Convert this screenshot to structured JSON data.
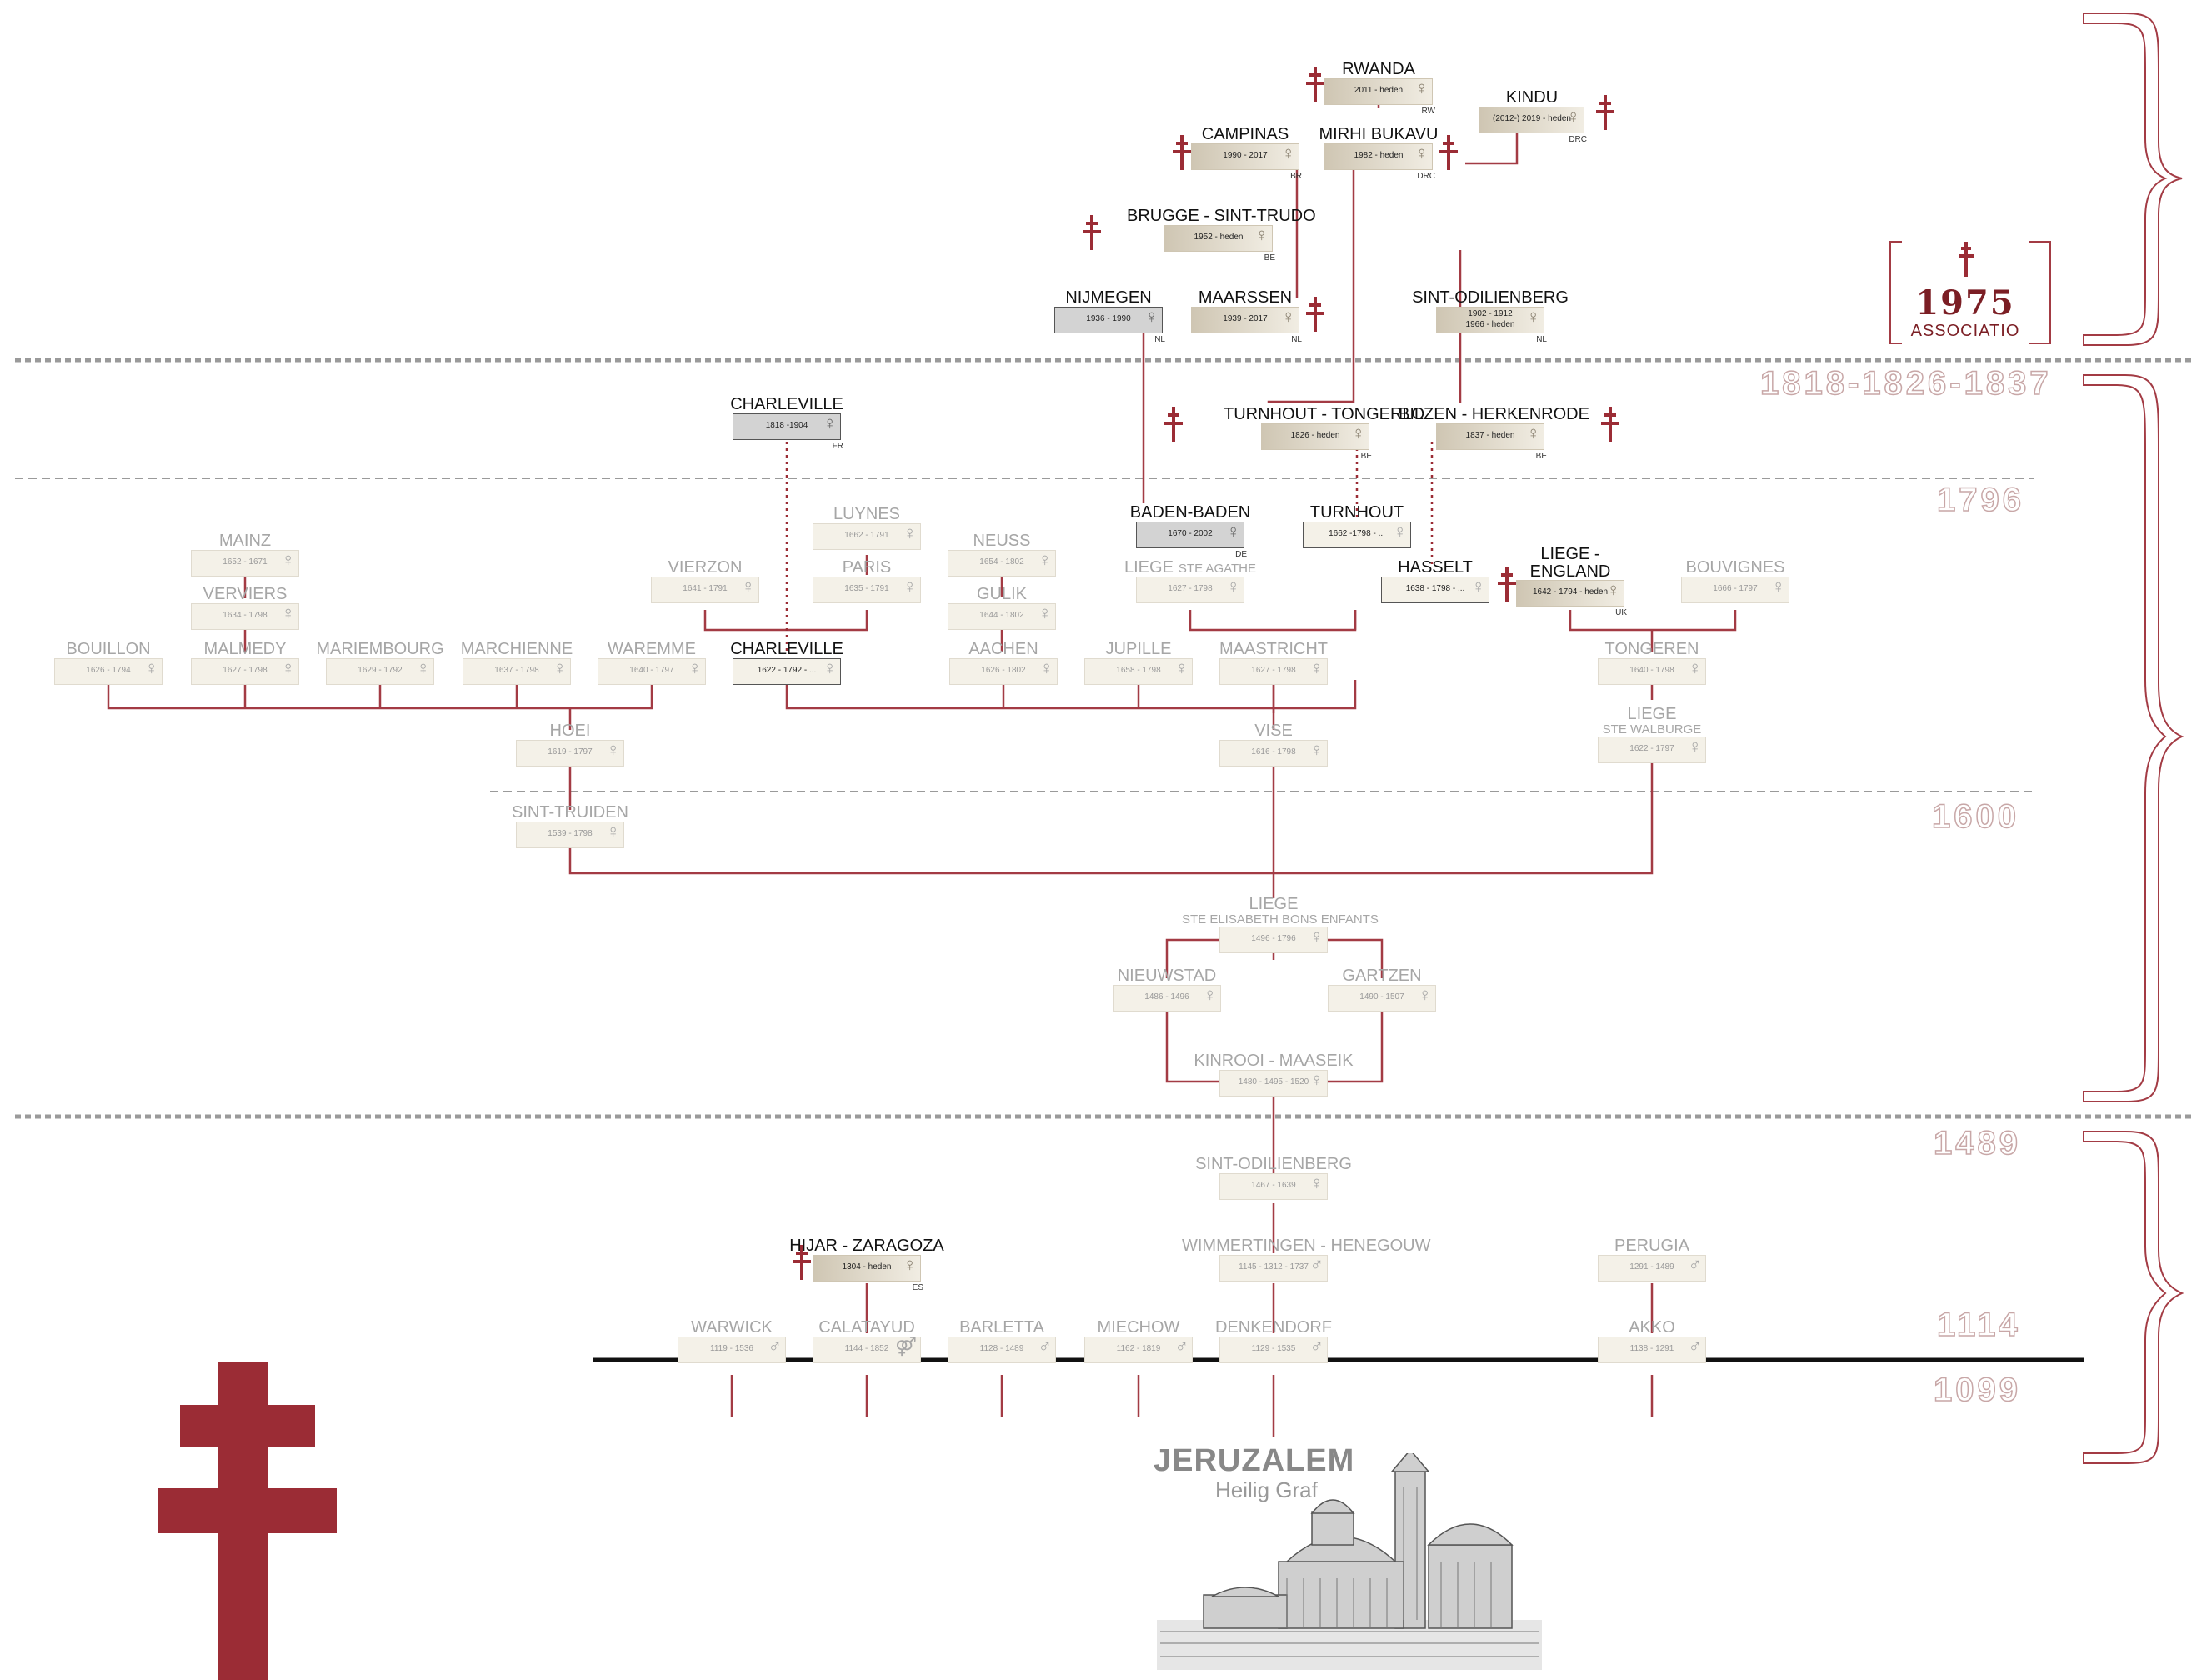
{
  "colors": {
    "accent": "#9b2c35",
    "line": "#a33b44",
    "dotted_line": "#9b2c35",
    "era_text": "#c8a7a7",
    "current_box": "#d9d1c0",
    "historic_box": "#f4f1e8",
    "gone_box": "#d3d3d3"
  },
  "eras": {
    "e1975": "1975",
    "e1818": "1818-1826-1837",
    "e1796": "1796",
    "e1600": "1600",
    "e1489": "1489",
    "e1114": "1114",
    "e1099": "1099"
  },
  "association": {
    "year": "1975",
    "label": "ASSOCIATIO"
  },
  "jerusalem": {
    "title": "JERUZALEM",
    "subtitle": "Heilig Graf"
  },
  "icons": {
    "female": "♀",
    "male": "♂",
    "male_female": "⚤",
    "cross": "lorraine-cross-icon"
  },
  "nodes": {
    "rwanda": {
      "name": "RWANDA",
      "dates": "2011 - heden",
      "country": "RW"
    },
    "kindu": {
      "name": "KINDU",
      "dates": "(2012-) 2019 - heden",
      "country": "DRC"
    },
    "campinas": {
      "name": "CAMPINAS",
      "dates": "1990 - 2017",
      "country": "BR"
    },
    "mirhi_bukavu": {
      "name": "MIRHI BUKAVU",
      "dates": "1982 - heden",
      "country": "DRC"
    },
    "brugge": {
      "name": "BRUGGE - SINT-TRUDO",
      "dates": "1952 - heden",
      "country": "BE"
    },
    "nijmegen": {
      "name": "NIJMEGEN",
      "dates": "1936 - 1990",
      "country": "NL"
    },
    "maarssen": {
      "name": "MAARSSEN",
      "dates": "1939 - 2017",
      "country": "NL"
    },
    "sint_odilienberg_nl": {
      "name": "SINT-ODILIENBERG",
      "dates": "1902 - 1912",
      "dates2": "1966 - heden",
      "country": "NL"
    },
    "charleville_1818": {
      "name": "CHARLEVILLE",
      "dates": "1818 -1904",
      "country": "FR"
    },
    "turnhout_tongerlo": {
      "name": "TURNHOUT - TONGERLO",
      "dates": "1826 - heden",
      "country": "BE"
    },
    "bilzen": {
      "name": "BILZEN - HERKENRODE",
      "dates": "1837 - heden",
      "country": "BE"
    },
    "luynes": {
      "name": "LUYNES",
      "dates": "1662 - 1791"
    },
    "baden_baden": {
      "name": "BADEN-BADEN",
      "dates": "1670 - 2002",
      "country": "DE"
    },
    "turnhout": {
      "name": "TURNHOUT",
      "dates": "1662 -1798 - ..."
    },
    "mainz": {
      "name": "MAINZ",
      "dates": "1652 - 1671"
    },
    "neuss": {
      "name": "NEUSS",
      "dates": "1654 - 1802"
    },
    "vierzon": {
      "name": "VIERZON",
      "dates": "1641 - 1791"
    },
    "paris": {
      "name": "PARIS",
      "dates": "1635 - 1791"
    },
    "liege_ste_agathe": {
      "name": "LIEGE",
      "sub": "STE AGATHE",
      "dates": "1627 - 1798"
    },
    "hasselt": {
      "name": "HASSELT",
      "dates": "1638 - 1798 - ..."
    },
    "liege_england": {
      "name": "LIEGE -",
      "sub": "ENGLAND",
      "dates": "1642 - 1794 - heden",
      "country": "UK"
    },
    "bouvignes": {
      "name": "BOUVIGNES",
      "dates": "1666 - 1797"
    },
    "verviers": {
      "name": "VERVIERS",
      "dates": "1634 - 1798"
    },
    "gulik": {
      "name": "GULIK",
      "dates": "1644 - 1802"
    },
    "bouillon": {
      "name": "BOUILLON",
      "dates": "1626 - 1794"
    },
    "malmedy": {
      "name": "MALMEDY",
      "dates": "1627 - 1798"
    },
    "mariembourg": {
      "name": "MARIEMBOURG",
      "dates": "1629 - 1792"
    },
    "marchienne": {
      "name": "MARCHIENNE",
      "dates": "1637 - 1798"
    },
    "waremme": {
      "name": "WAREMME",
      "dates": "1640 - 1797"
    },
    "charleville_1622": {
      "name": "CHARLEVILLE",
      "dates": "1622 - 1792 - ..."
    },
    "aachen": {
      "name": "AACHEN",
      "dates": "1626 - 1802"
    },
    "jupille": {
      "name": "JUPILLE",
      "dates": "1658 - 1798"
    },
    "maastricht": {
      "name": "MAASTRICHT",
      "dates": "1627 - 1798"
    },
    "tongeren": {
      "name": "TONGEREN",
      "dates": "1640 - 1798"
    },
    "hoei": {
      "name": "HOEI",
      "dates": "1619 - 1797"
    },
    "vise": {
      "name": "VISE",
      "dates": "1616 - 1798"
    },
    "liege_ste_walburge": {
      "name": "LIEGE",
      "sub": "STE WALBURGE",
      "dates": "1622 - 1797"
    },
    "sint_truiden": {
      "name": "SINT-TRUIDEN",
      "dates": "1539 - 1798"
    },
    "liege_bons_enfants": {
      "name": "LIEGE",
      "sub": "STE ELISABETH BONS ENFANTS",
      "dates": "1496 - 1796"
    },
    "nieuwstad": {
      "name": "NIEUWSTAD",
      "dates": "1486 - 1496"
    },
    "gartzen": {
      "name": "GARTZEN",
      "dates": "1490 - 1507"
    },
    "kinrooi": {
      "name": "KINROOI - MAASEIK",
      "dates": "1480 - 1495 - 1520"
    },
    "sint_odilienberg_old": {
      "name": "SINT-ODILIENBERG",
      "dates": "1467 - 1639"
    },
    "hijar": {
      "name": "HIJAR - ZARAGOZA",
      "dates": "1304 - heden",
      "country": "ES"
    },
    "wimmertingen": {
      "name": "WIMMERTINGEN - HENEGOUW",
      "dates": "1145 - 1312 - 1737"
    },
    "perugia": {
      "name": "PERUGIA",
      "dates": "1291 - 1489"
    },
    "warwick": {
      "name": "WARWICK",
      "dates": "1119 - 1536"
    },
    "calatayud": {
      "name": "CALATAYUD",
      "dates": "1144 - 1852"
    },
    "barletta": {
      "name": "BARLETTA",
      "dates": "1128 - 1489"
    },
    "miechow": {
      "name": "MIECHOW",
      "dates": "1162 - 1819"
    },
    "denkendorf": {
      "name": "DENKENDORF",
      "dates": "1129 - 1535"
    },
    "akko": {
      "name": "AKKO",
      "dates": "1138 - 1291"
    }
  }
}
